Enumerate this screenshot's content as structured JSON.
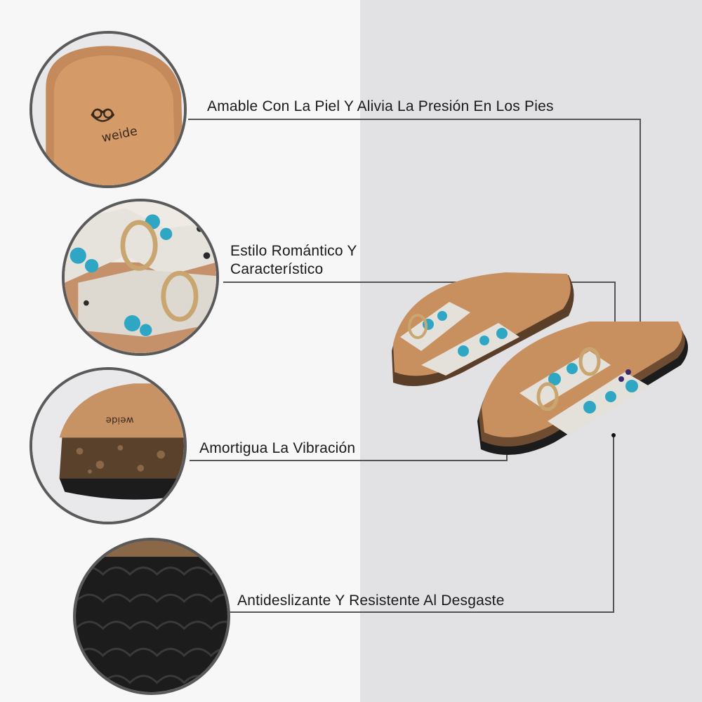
{
  "features": [
    {
      "id": "insole",
      "label": "Amable Con La Piel Y Alivia La Presión En Los Pies"
    },
    {
      "id": "style",
      "label_line1": "Estilo Romántico Y",
      "label_line2": "Característico"
    },
    {
      "id": "cushion",
      "label": "Amortigua La Vibración"
    },
    {
      "id": "outsole",
      "label": "Antideslizante Y Resistente Al Desgaste"
    }
  ],
  "brand": {
    "logo_text": "weide"
  },
  "colors": {
    "left_background": "#f7f7f7",
    "right_background": "#e2e2e4",
    "circle_border": "#5a5a5a",
    "connector_line": "#555555",
    "cork": "#b87a4b",
    "turquoise": "#2fa7c4",
    "outsole": "#1c1c1c"
  }
}
